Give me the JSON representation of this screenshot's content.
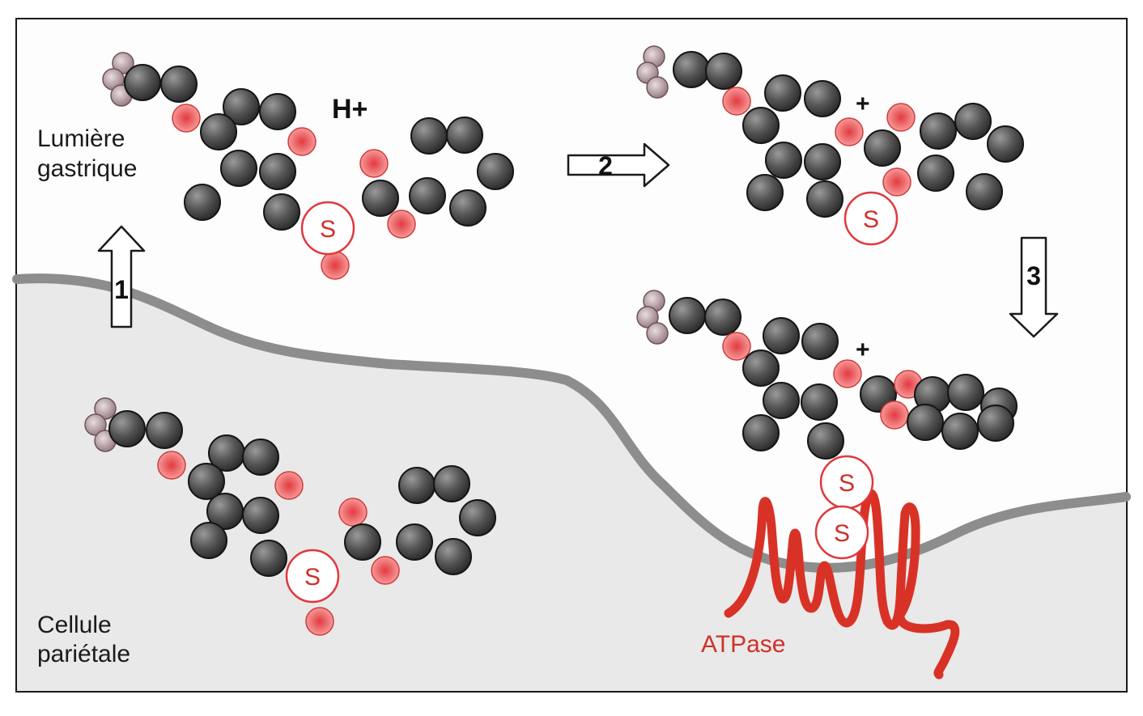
{
  "labels": {
    "lumen_line1": "Lumière",
    "lumen_line2": "gastrique",
    "cell_line1": "Cellule",
    "cell_line2": "pariétale",
    "proton": "H+",
    "charge_a": "+",
    "charge_b": "+",
    "enzyme": "ATPase"
  },
  "steps": {
    "step1": "1",
    "step2": "2",
    "step3": "3"
  },
  "sulfur": {
    "s_top_left": "S",
    "s_top_right": "S",
    "s_bound_upper": "S",
    "s_bound_lower": "S",
    "s_bottom_left": "S"
  },
  "colors": {
    "frame_bg": "#fdfdfd",
    "cell_bg": "#e9e9e9",
    "membrane": "#8d8d8d",
    "carbon": "#4a4a4a",
    "heteroatom": "#e9464a",
    "hydrogen": "#b49aa0",
    "atpase": "#d83227",
    "label_red": "#d03028"
  },
  "icons": [
    "arrow-up-icon",
    "arrow-right-icon",
    "arrow-down-icon"
  ]
}
